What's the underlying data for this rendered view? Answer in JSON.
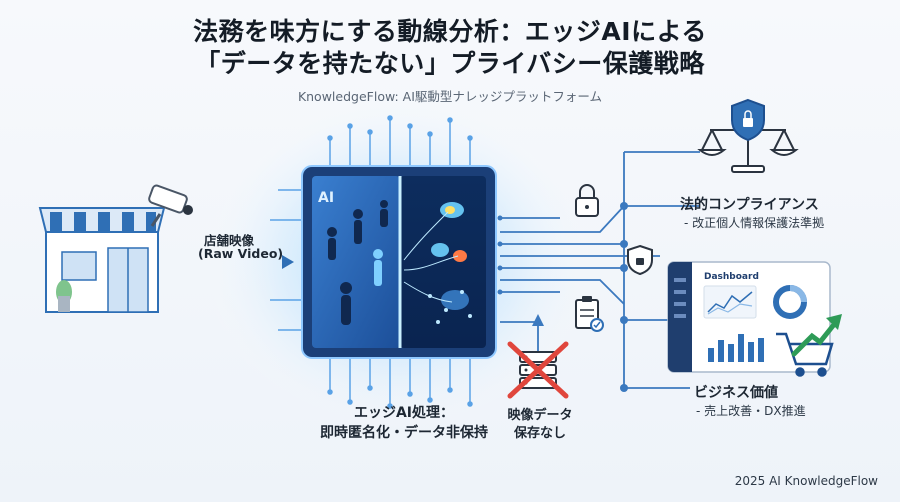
{
  "title_line1": "法務を味方にする動線分析：エッジAIによる",
  "title_line2": "「データを持たない」プライバシー保護戦略",
  "subtitle": "KnowledgeFlow: AI駆動型ナレッジプラットフォーム",
  "input_label": "店舗映像",
  "input_sublabel": "(Raw Video)",
  "chip_label": "AI",
  "processing_line1": "エッジAI処理：",
  "processing_line2": "即時匿名化・データ非保持",
  "no_storage_line1": "映像データ",
  "no_storage_line2": "保存なし",
  "compliance_title": "法的コンプライアンス",
  "compliance_sub": "- 改正個人情報保護法準拠",
  "dashboard_label": "Dashboard",
  "business_title": "ビジネス価値",
  "business_sub": "- 売上改善・DX推進",
  "footer": "2025 AI KnowledgeFlow",
  "colors": {
    "accent": "#2f6fb5",
    "line": "#3b79bf",
    "alert": "#e0463c",
    "green": "#2e9b57"
  }
}
